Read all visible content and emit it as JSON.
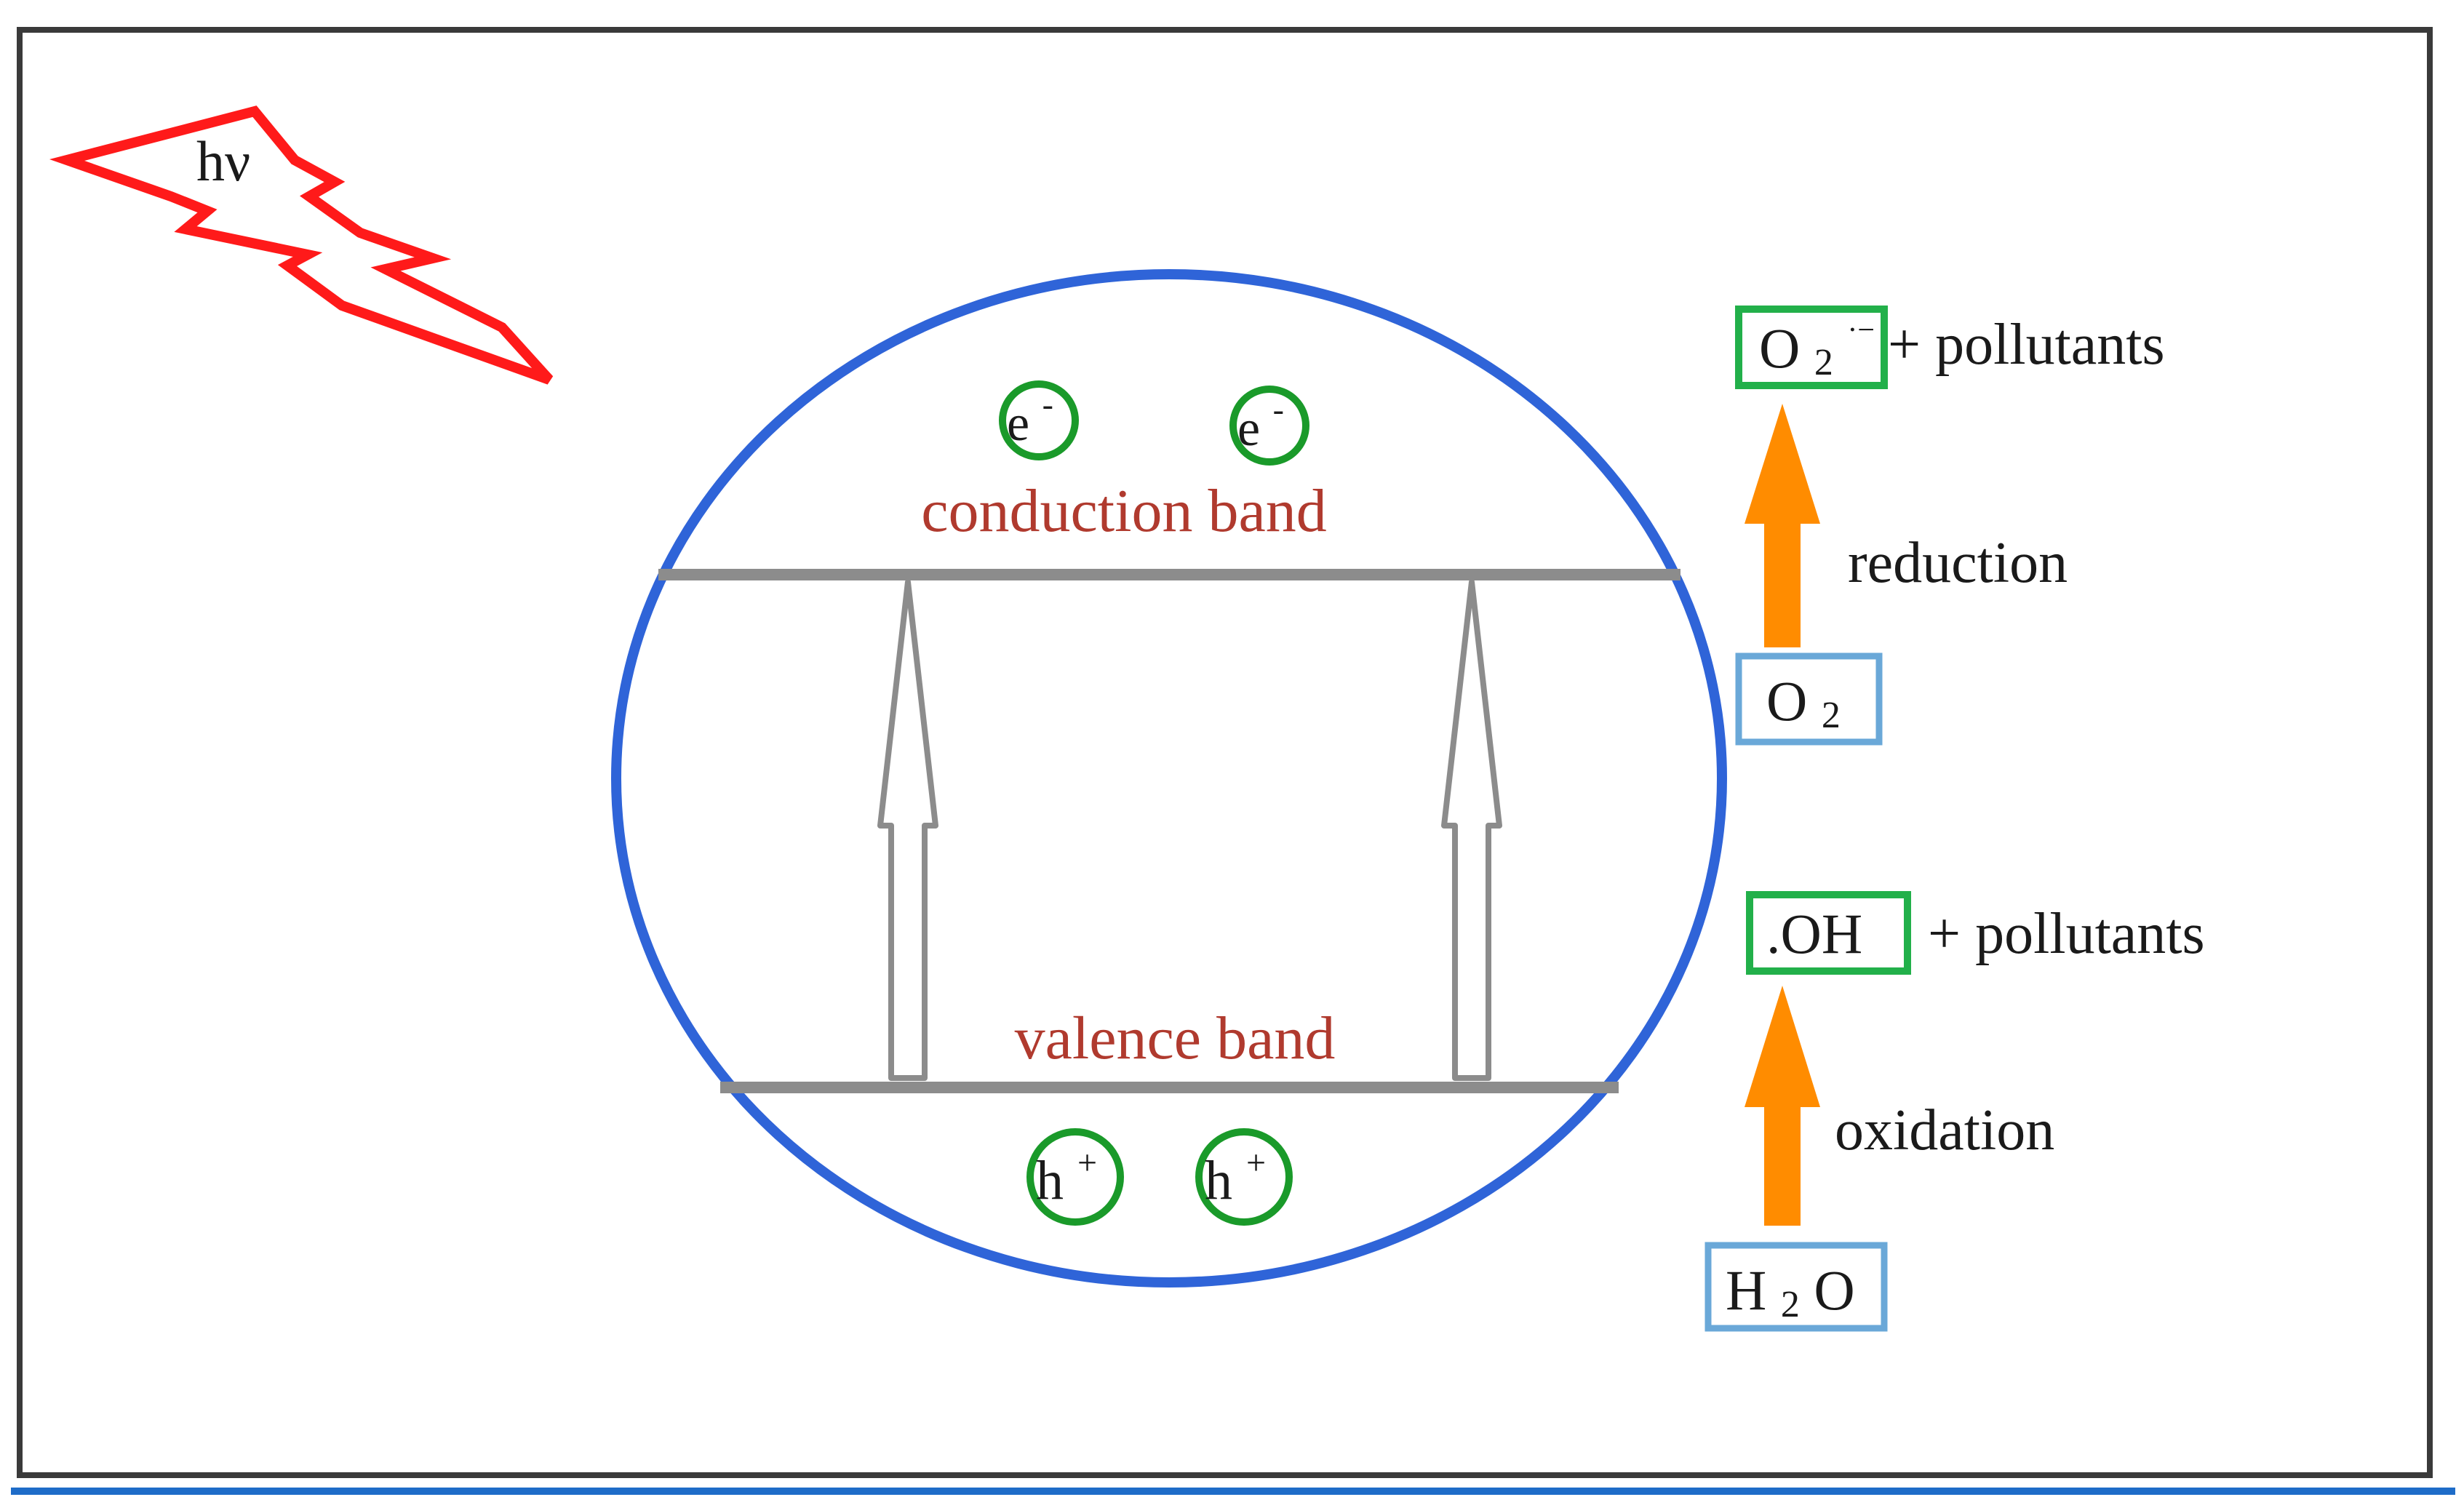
{
  "light": {
    "label": "hν",
    "icon": "lightning-bolt-icon",
    "color": "#ff1a1a"
  },
  "particle": {
    "bands": {
      "conduction": "conduction band",
      "valence": "valence band"
    },
    "electron": {
      "base": "e",
      "sup": "-"
    },
    "hole": {
      "base": "h",
      "sup": "+"
    },
    "outline_color": "#2f64d8",
    "band_color": "#8c8c8c",
    "label_color": "#b03a2e",
    "carrier_color": "#1a9a2a"
  },
  "reactions": {
    "reduction": {
      "label": "reduction",
      "reactant": {
        "base": "O",
        "sub": "2"
      },
      "product": {
        "base": "O",
        "sub": "2",
        "sup": "·−"
      },
      "suffix": "+ pollutants"
    },
    "oxidation": {
      "label": "oxidation",
      "reactant": {
        "base": "H",
        "sub": "2",
        "rest": "O"
      },
      "product": {
        "base": ".OH"
      },
      "suffix": "+ pollutants"
    },
    "arrow_color": "#ff8c00",
    "reactant_box_color": "#6aa8d8",
    "product_box_color": "#22b04a"
  },
  "colors": {
    "frame": "#3a3a3a",
    "footer_rule": "#1e6cc8",
    "text": "#1a1a1a"
  }
}
